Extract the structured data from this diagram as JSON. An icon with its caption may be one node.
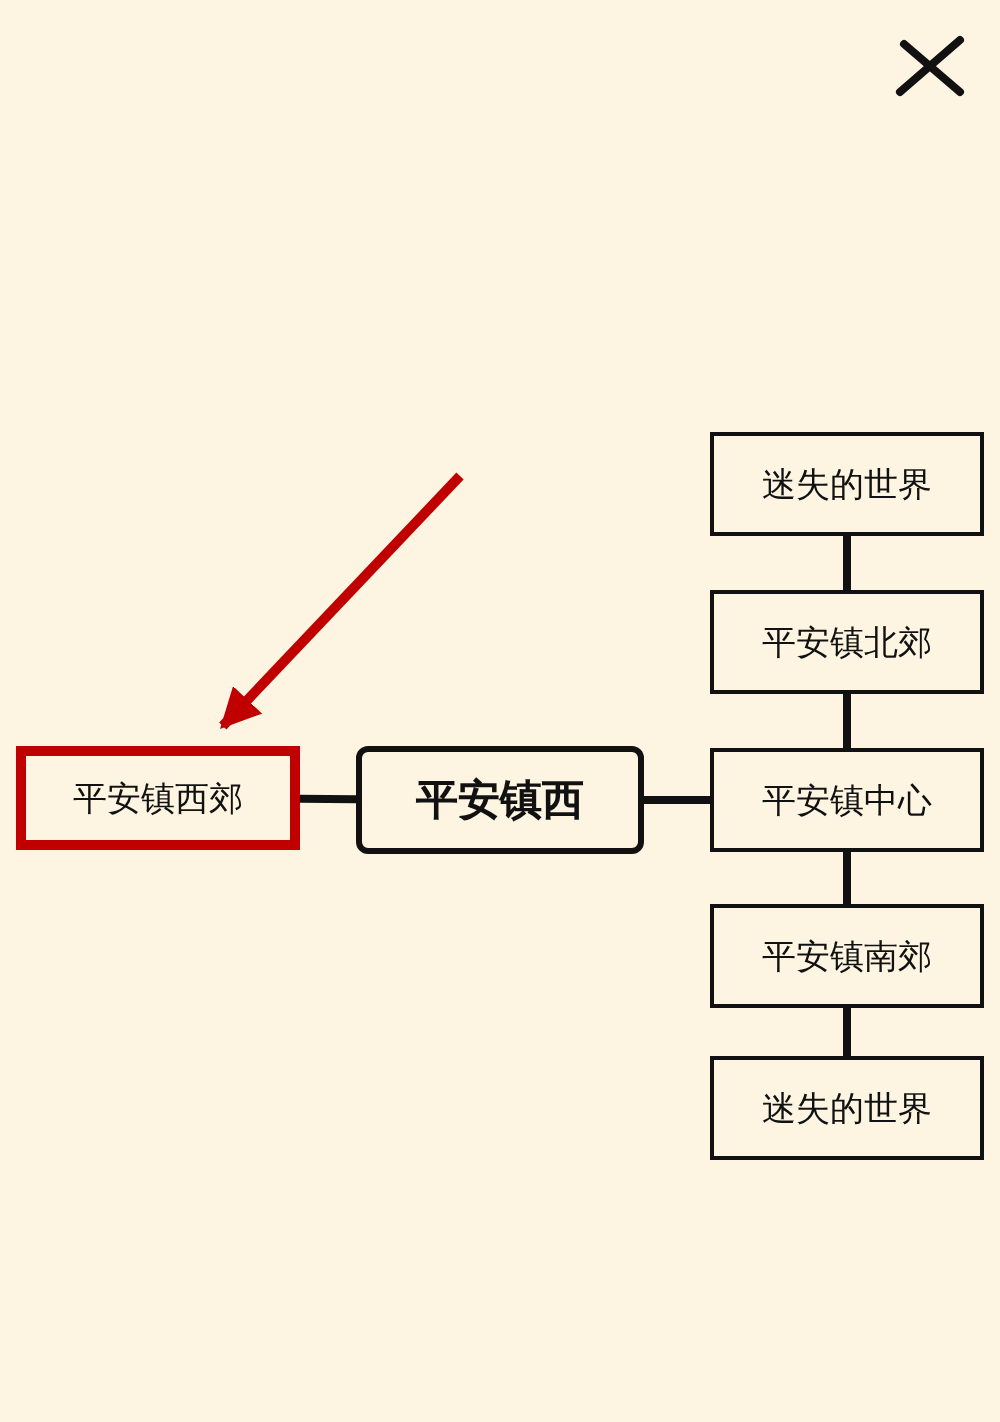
{
  "diagram": {
    "nodes": [
      {
        "text": [
          "平安镇西郊"
        ]
      },
      {
        "text": [
          "平安镇西"
        ]
      },
      {
        "text": [
          "迷失的世界"
        ]
      },
      {
        "text": [
          "平安镇北郊"
        ]
      },
      {
        "text": [
          "平安镇中心"
        ]
      },
      {
        "text": [
          "平安镇南郊"
        ]
      },
      {
        "text": [
          "迷失的世界"
        ]
      }
    ],
    "edges": [
      {
        "from": 0,
        "to": 1,
        "arrow": "none"
      },
      {
        "from": 1,
        "to": 4,
        "arrow": "none"
      },
      {
        "from": 2,
        "to": 3,
        "arrow": "none"
      },
      {
        "from": 3,
        "to": 4,
        "arrow": "none"
      },
      {
        "from": 4,
        "to": 5,
        "arrow": "none"
      },
      {
        "from": 5,
        "to": 6,
        "arrow": "none"
      },
      {
        "from": null,
        "to": 0,
        "arrow": "to",
        "color": "#c00000"
      }
    ]
  }
}
